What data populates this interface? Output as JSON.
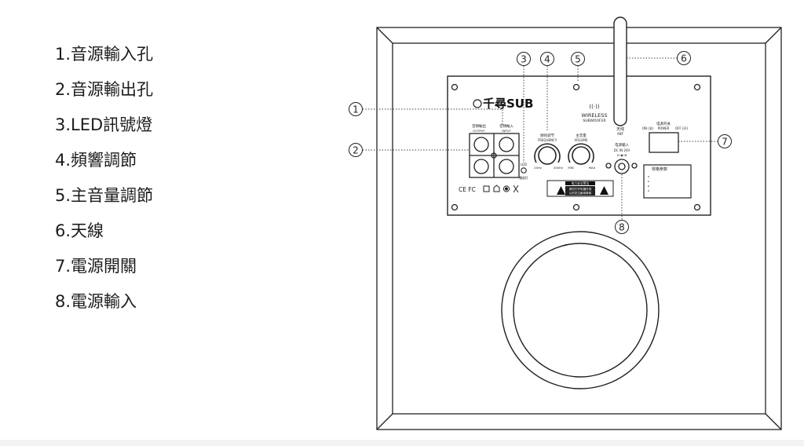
{
  "legend": {
    "items": [
      "1.音源輸入孔",
      "2.音源輸出孔",
      "3.LED訊號燈",
      "4.頻響調節",
      "5.主音量調節",
      "6.天線",
      "7.電源開關",
      "8.電源輸入"
    ]
  },
  "callouts": [
    "1",
    "2",
    "3",
    "4",
    "5",
    "6",
    "7",
    "8"
  ],
  "panel": {
    "brand": "千尋SUB",
    "output_label": "音頻輸出",
    "output_sub": "OUTPUT",
    "input_label": "音頻輸入",
    "input_sub": "INPUT",
    "led_label": "LED",
    "led_sub": "播放灯",
    "wireless_label": "WIRELESS",
    "wireless_sub": "SUBWOOFER",
    "freq_label": "频响调节",
    "freq_sub": "FREQUENCY",
    "freq_min": "20Hz",
    "freq_max": "450Hz",
    "vol_label": "主音量",
    "vol_sub": "VOLUME",
    "vol_min": "MIN",
    "vol_max": "MAX",
    "antenna_label": "天线",
    "antenna_sub": "ANT",
    "power_label": "电源开关",
    "power_sub": "POWER",
    "power_on": "ON (关)",
    "power_off": "OFF (开)",
    "dc_label": "电源输入",
    "dc_sub": "DC IN 24V",
    "spec_label": "规格参数",
    "warning_title": "电力安全警告",
    "warning_line1": "请勿打开机器外壳",
    "warning_line2": "以防发生触电事故",
    "cert_marks": "CE FC"
  },
  "colors": {
    "line": "#222222",
    "text": "#1c1c1c",
    "band": "#f3f3f3"
  }
}
